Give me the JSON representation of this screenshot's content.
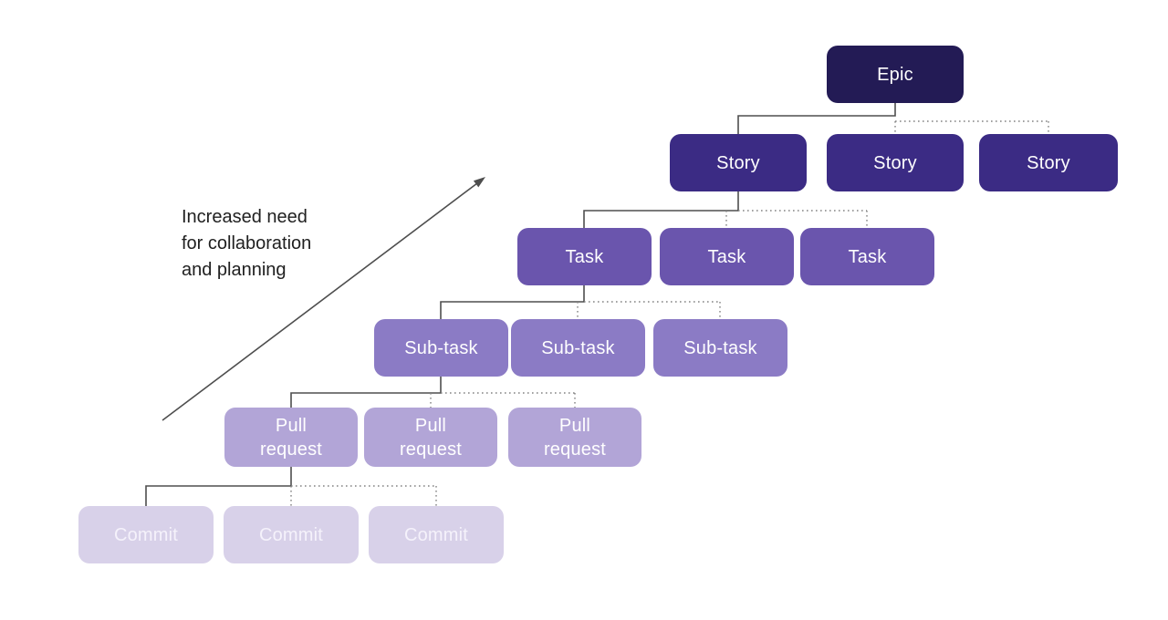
{
  "annotation": {
    "lines": [
      "Increased need",
      "for collaboration",
      "and planning"
    ],
    "color": "#202020"
  },
  "arrow": {
    "color": "#4e4e4e"
  },
  "connectors": {
    "solid_color": "#4e4e4e",
    "dotted_color": "#838383"
  },
  "levels": [
    {
      "id": "epic",
      "label": "Epic",
      "color": "#231b55",
      "text_color": "#ffffff"
    },
    {
      "id": "story",
      "label": "Story",
      "color": "#3b2b84",
      "text_color": "#ffffff"
    },
    {
      "id": "task",
      "label": "Task",
      "color": "#6a55ad",
      "text_color": "#ffffff"
    },
    {
      "id": "sub-task",
      "label": "Sub-task",
      "color": "#8b7bc5",
      "text_color": "#ffffff"
    },
    {
      "id": "pull-request",
      "label": "Pull request",
      "color": "#b2a5d7",
      "text_color": "#ffffff"
    },
    {
      "id": "commit",
      "label": "Commit",
      "color": "#d8d1e9",
      "text_color": "#f5f2fb"
    }
  ]
}
